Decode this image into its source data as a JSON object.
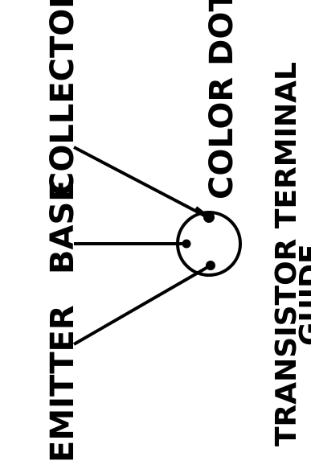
{
  "labels": {
    "emitter": "EMITTER",
    "base": "BASE",
    "collector": "COLLECTOR",
    "color_dot": "COLOR DOT"
  },
  "caption": {
    "line1": "TRANSISTOR TERMINAL",
    "line2": "GUIDE"
  },
  "colors": {
    "ink": "#000000",
    "background": "#ffffff"
  }
}
